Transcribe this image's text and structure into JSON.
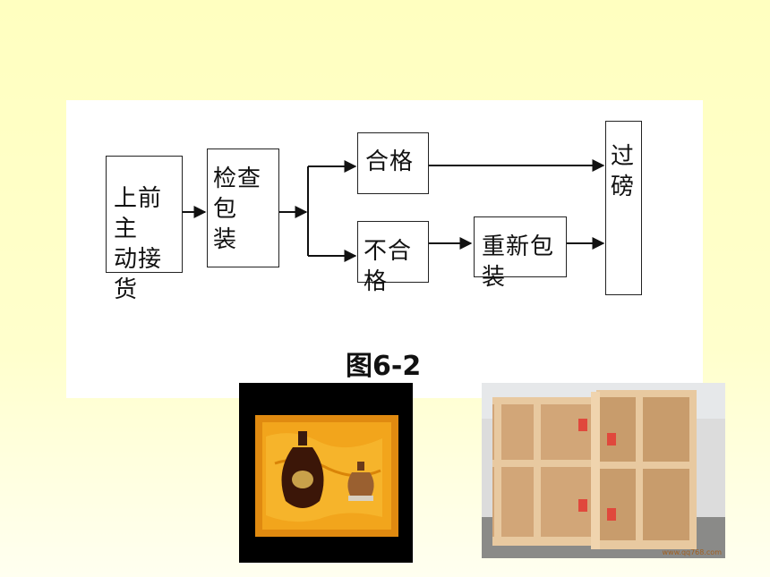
{
  "flow": {
    "start": [
      "上前主",
      "动接货"
    ],
    "inspect": [
      "检查包",
      "装"
    ],
    "pass": "合格",
    "fail": "不合格",
    "repack": "重新包装",
    "weigh": [
      "过",
      "磅"
    ]
  },
  "caption": "图6-2",
  "photo_right": {
    "watermark": "www.qq768.com"
  }
}
